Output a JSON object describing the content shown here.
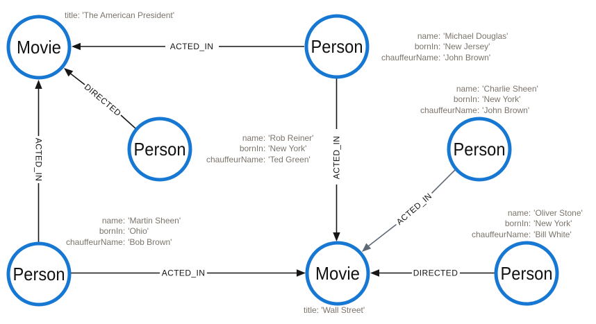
{
  "graph": {
    "colors": {
      "node_stroke": "#1678d2",
      "edge": "#161616",
      "muted_edge": "#5f6974",
      "property_text": "#7b746b",
      "caption_text": "#111111"
    },
    "nodes": {
      "movie_american_president": {
        "caption": "Movie"
      },
      "person_michael_douglas": {
        "caption": "Person"
      },
      "person_rob_reiner": {
        "caption": "Person"
      },
      "person_charlie_sheen": {
        "caption": "Person"
      },
      "person_martin_sheen": {
        "caption": "Person"
      },
      "movie_wall_street": {
        "caption": "Movie"
      },
      "person_oliver_stone": {
        "caption": "Person"
      }
    },
    "edges": {
      "michael_douglas_acted_in_american_president": {
        "label": "ACTED_IN"
      },
      "rob_reiner_directed_american_president": {
        "label": "DIRECTED"
      },
      "martin_sheen_acted_in_american_president": {
        "label": "ACTED_IN"
      },
      "michael_douglas_acted_in_wall_street": {
        "label": "ACTED_IN"
      },
      "charlie_sheen_acted_in_wall_street": {
        "label": "ACTED_IN"
      },
      "martin_sheen_acted_in_wall_street": {
        "label": "ACTED_IN"
      },
      "oliver_stone_directed_wall_street": {
        "label": "DIRECTED"
      }
    },
    "titles": {
      "american_president": "title: 'The American President'",
      "wall_street": "title: 'Wall Street'"
    },
    "props": {
      "michael_douglas": {
        "rows": [
          {
            "key": "name:",
            "value": "'Michael Douglas'"
          },
          {
            "key": "bornIn:",
            "value": "'New Jersey'"
          },
          {
            "key": "chauffeurName:",
            "value": "'John Brown'"
          }
        ]
      },
      "charlie_sheen": {
        "rows": [
          {
            "key": "name:",
            "value": "'Charlie Sheen'"
          },
          {
            "key": "bornIn:",
            "value": "'New York'"
          },
          {
            "key": "chauffeurName:",
            "value": "'John Brown'"
          }
        ]
      },
      "rob_reiner": {
        "rows": [
          {
            "key": "name:",
            "value": "'Rob Reiner'"
          },
          {
            "key": "bornIn:",
            "value": "'New York'"
          },
          {
            "key": "chauffeurName:",
            "value": "'Ted Green'"
          }
        ]
      },
      "martin_sheen": {
        "rows": [
          {
            "key": "name:",
            "value": "'Martin Sheen'"
          },
          {
            "key": "bornIn:",
            "value": "'Ohio'"
          },
          {
            "key": "chauffeurName:",
            "value": "'Bob Brown'"
          }
        ]
      },
      "oliver_stone": {
        "rows": [
          {
            "key": "name:",
            "value": "'Oliver Stone'"
          },
          {
            "key": "bornIn:",
            "value": "'New York'"
          },
          {
            "key": "chauffeurName:",
            "value": "'Bill White'"
          }
        ]
      }
    }
  }
}
